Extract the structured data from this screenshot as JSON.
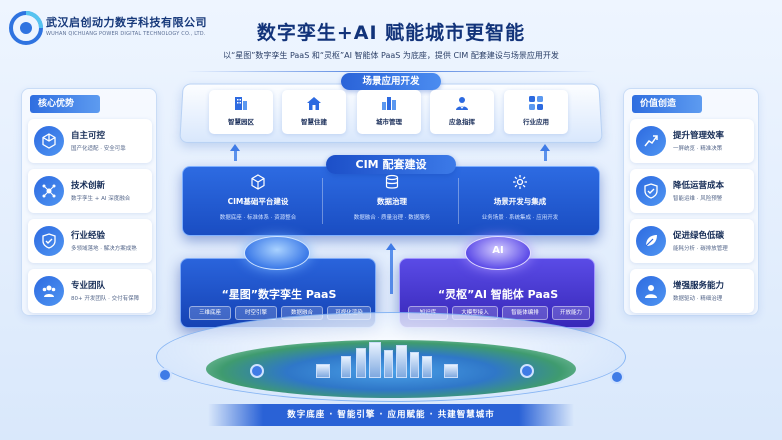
{
  "header": {
    "company_cn": "武汉启创动力数字科技有限公司",
    "company_en": "WUHAN QICHUANG POWER DIGITAL TECHNOLOGY CO., LTD.",
    "title": "数字孪生+AI 赋能城市更智能",
    "subtitle": "以“星图”数字孪生 PaaS 和“灵枢”AI 智能体 PaaS 为底座，提供 CIM 配套建设与场景应用开发"
  },
  "left_panel": {
    "title": "核心优势",
    "cards": [
      {
        "title": "自主可控",
        "desc": "国产化适配 · 安全可靠",
        "icon": "cube-icon"
      },
      {
        "title": "技术创新",
        "desc": "数字孪生 + AI 深度融合",
        "icon": "network-icon"
      },
      {
        "title": "行业经验",
        "desc": "多领域落地 · 解决方案成熟",
        "icon": "shield-check-icon"
      },
      {
        "title": "专业团队",
        "desc": "80+ 开发团队 · 交付有保障",
        "icon": "team-icon"
      }
    ]
  },
  "right_panel": {
    "title": "价值创造",
    "cards": [
      {
        "title": "提升管理效率",
        "desc": "一屏统览 · 精准决策",
        "icon": "chart-up-icon"
      },
      {
        "title": "降低运营成本",
        "desc": "智能运维 · 风险预警",
        "icon": "shield-check-icon"
      },
      {
        "title": "促进绿色低碳",
        "desc": "能耗分析 · 碳排放管理",
        "icon": "leaf-icon"
      },
      {
        "title": "增强服务能力",
        "desc": "数据驱动 · 精细治理",
        "icon": "user-service-icon"
      }
    ]
  },
  "scenes": {
    "title": "场景应用开发",
    "items": [
      {
        "label": "智慧园区",
        "icon": "building-icon"
      },
      {
        "label": "智慧住建",
        "icon": "house-icon"
      },
      {
        "label": "城市管理",
        "icon": "city-icon"
      },
      {
        "label": "应急指挥",
        "icon": "emergency-icon"
      },
      {
        "label": "行业应用",
        "icon": "grid-icon"
      }
    ]
  },
  "cim": {
    "title": "CIM 配套建设",
    "cols": [
      {
        "title": "CIM基础平台建设",
        "desc": "数据底座 · 标准体系 · 资源整合",
        "icon": "cube-outline-icon"
      },
      {
        "title": "数据治理",
        "desc": "数据融合 · 质量治理 · 数据服务",
        "icon": "database-icon"
      },
      {
        "title": "场景开发与集成",
        "desc": "业务场景 · 系统集成 · 应用开发",
        "icon": "gear-icon"
      }
    ]
  },
  "paas_left": {
    "title": "“星图”数字孪生 PaaS",
    "chips": [
      "三维底座",
      "时空引擎",
      "数据融合",
      "可视化渲染"
    ]
  },
  "paas_right": {
    "title": "“灵枢”AI 智能体 PaaS",
    "orb_label": "AI",
    "chips": [
      "知识库",
      "大模型接入",
      "智能体编排",
      "开放能力"
    ]
  },
  "bottom_band": "数字底座 · 智能引擎 · 应用赋能 · 共建智慧城市",
  "colors": {
    "primary": "#2a62d6",
    "dark_blue": "#12337a",
    "violet": "#4a3bd6"
  }
}
